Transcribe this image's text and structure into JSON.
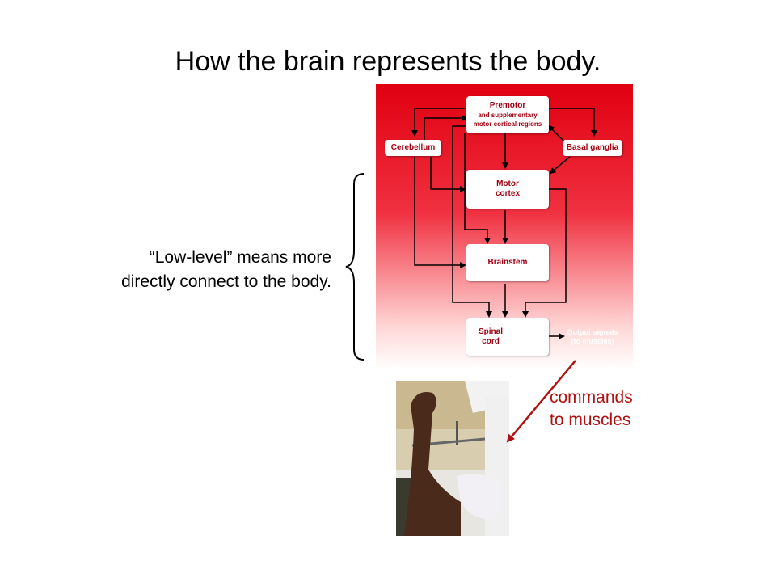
{
  "title": "How the brain represents the body.",
  "side_note": {
    "line1": "“Low-level” means more",
    "line2": "directly connect to the body."
  },
  "diagram": {
    "premotor": {
      "title": "Premotor",
      "sub1": "and supplementary",
      "sub2": "motor cortical regions"
    },
    "cerebellum": "Cerebellum",
    "basal_ganglia": "Basal ganglia",
    "motor_cortex": {
      "line1": "Motor",
      "line2": "cortex"
    },
    "brainstem": "Brainstem",
    "spinal_cord": {
      "line1": "Spinal",
      "line2": "cord"
    },
    "output": {
      "line1": "Output signals",
      "line2": "(to muscles)"
    }
  },
  "annotation": {
    "line1": "commands",
    "line2": "to muscles",
    "color": "#b01010"
  },
  "colors": {
    "panel_top": "#e00010",
    "box_text": "#a00010",
    "arrow": "#000000"
  }
}
